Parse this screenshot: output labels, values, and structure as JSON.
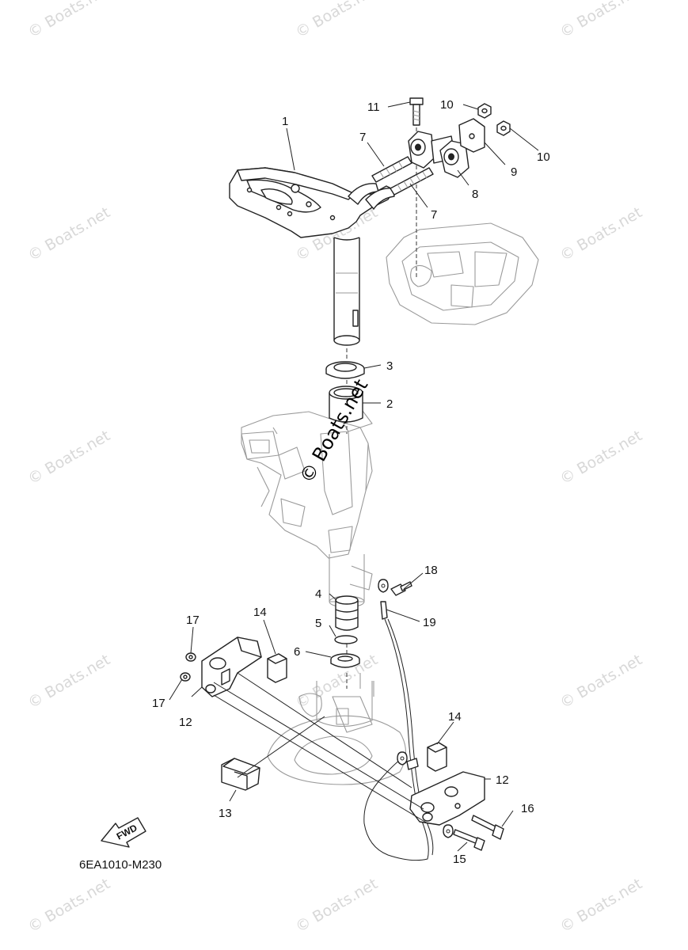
{
  "diagram": {
    "drawing_code": "6EA1010-M230",
    "fwd_label": "FWD",
    "watermark_text": "© Boats.net",
    "callouts": [
      "1",
      "2",
      "3",
      "4",
      "5",
      "6",
      "7",
      "7",
      "8",
      "9",
      "10",
      "10",
      "11",
      "12",
      "12",
      "13",
      "14",
      "14",
      "15",
      "16",
      "17",
      "17",
      "18",
      "19"
    ]
  }
}
